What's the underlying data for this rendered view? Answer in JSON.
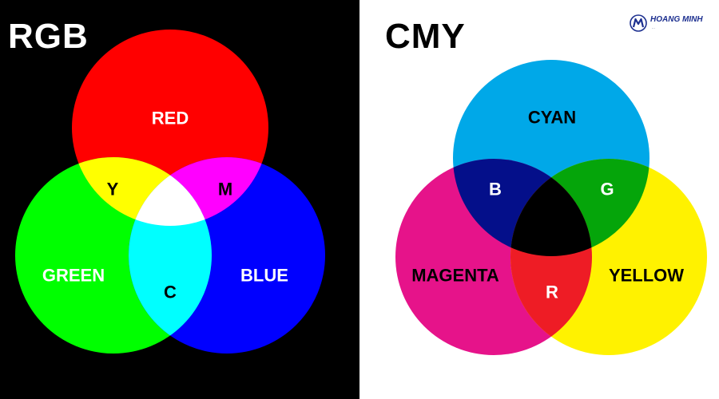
{
  "rgb": {
    "title": "RGB",
    "background": "#000000",
    "title_color": "#ffffff",
    "label_color": "#ffffff",
    "overlap_label_color": "#000000",
    "circles": [
      {
        "name": "red",
        "label": "RED",
        "color": "#ff0000"
      },
      {
        "name": "green",
        "label": "GREEN",
        "color": "#00ff00"
      },
      {
        "name": "blue",
        "label": "BLUE",
        "color": "#0000ff"
      }
    ],
    "overlaps": [
      {
        "name": "yellow",
        "label": "Y",
        "color": "#ffff00"
      },
      {
        "name": "magenta",
        "label": "M",
        "color": "#ff00ff"
      },
      {
        "name": "cyan",
        "label": "C",
        "color": "#00ffff"
      },
      {
        "name": "center",
        "label": "",
        "color": "#ffffff"
      }
    ]
  },
  "cmy": {
    "title": "CMY",
    "background": "#ffffff",
    "title_color": "#000000",
    "label_color": "#000000",
    "overlap_label_color": "#ffffff",
    "circles": [
      {
        "name": "cyan",
        "label": "CYAN",
        "color": "#00a8e8"
      },
      {
        "name": "magenta",
        "label": "MAGENTA",
        "color": "#e6138a"
      },
      {
        "name": "yellow",
        "label": "YELLOW",
        "color": "#fff200"
      }
    ],
    "overlaps": [
      {
        "name": "blue",
        "label": "B",
        "color": "#040f8a"
      },
      {
        "name": "green",
        "label": "G",
        "color": "#05a50a"
      },
      {
        "name": "red",
        "label": "R",
        "color": "#ee1c25"
      },
      {
        "name": "center",
        "label": "",
        "color": "#000000"
      }
    ]
  },
  "logo": {
    "name": "HOANG MINH",
    "tagline": "...",
    "color": "#1c2f8f"
  }
}
